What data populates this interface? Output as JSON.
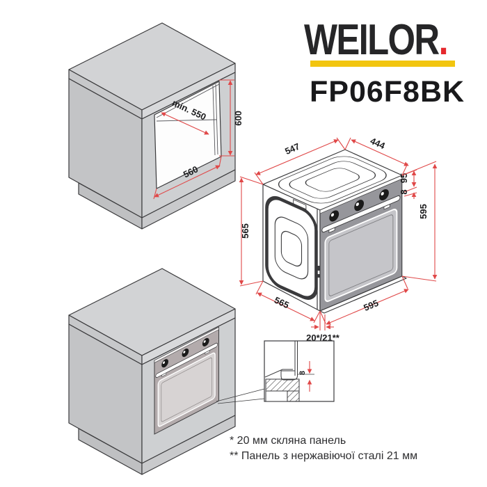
{
  "brand": {
    "name": "WEILOR",
    "dot": ".",
    "model": "FP06F8BK"
  },
  "colors": {
    "accent_yellow": "#f2c50f",
    "accent_red": "#e5282d",
    "dimension_red": "#e04848",
    "cabinet_gray": "#c6c7c9",
    "oven_front_gray": "#96969b"
  },
  "niche": {
    "depth": "min. 550",
    "height": "600",
    "width": "560"
  },
  "oven": {
    "dim_top_left": "547",
    "dim_top_right": "444",
    "dim_panel": "95",
    "dim_gap": "8",
    "dim_front_height": "595",
    "dim_body_height": "565",
    "dim_bottom_depth": "565",
    "dim_bottom_width": "595",
    "dim_door": "20*/21**"
  },
  "detail": {
    "dim_gap": "8"
  },
  "footnotes": {
    "line1": "* 20 мм скляна панель",
    "line2": "** Панель з нержавіючої сталі 21 мм"
  }
}
